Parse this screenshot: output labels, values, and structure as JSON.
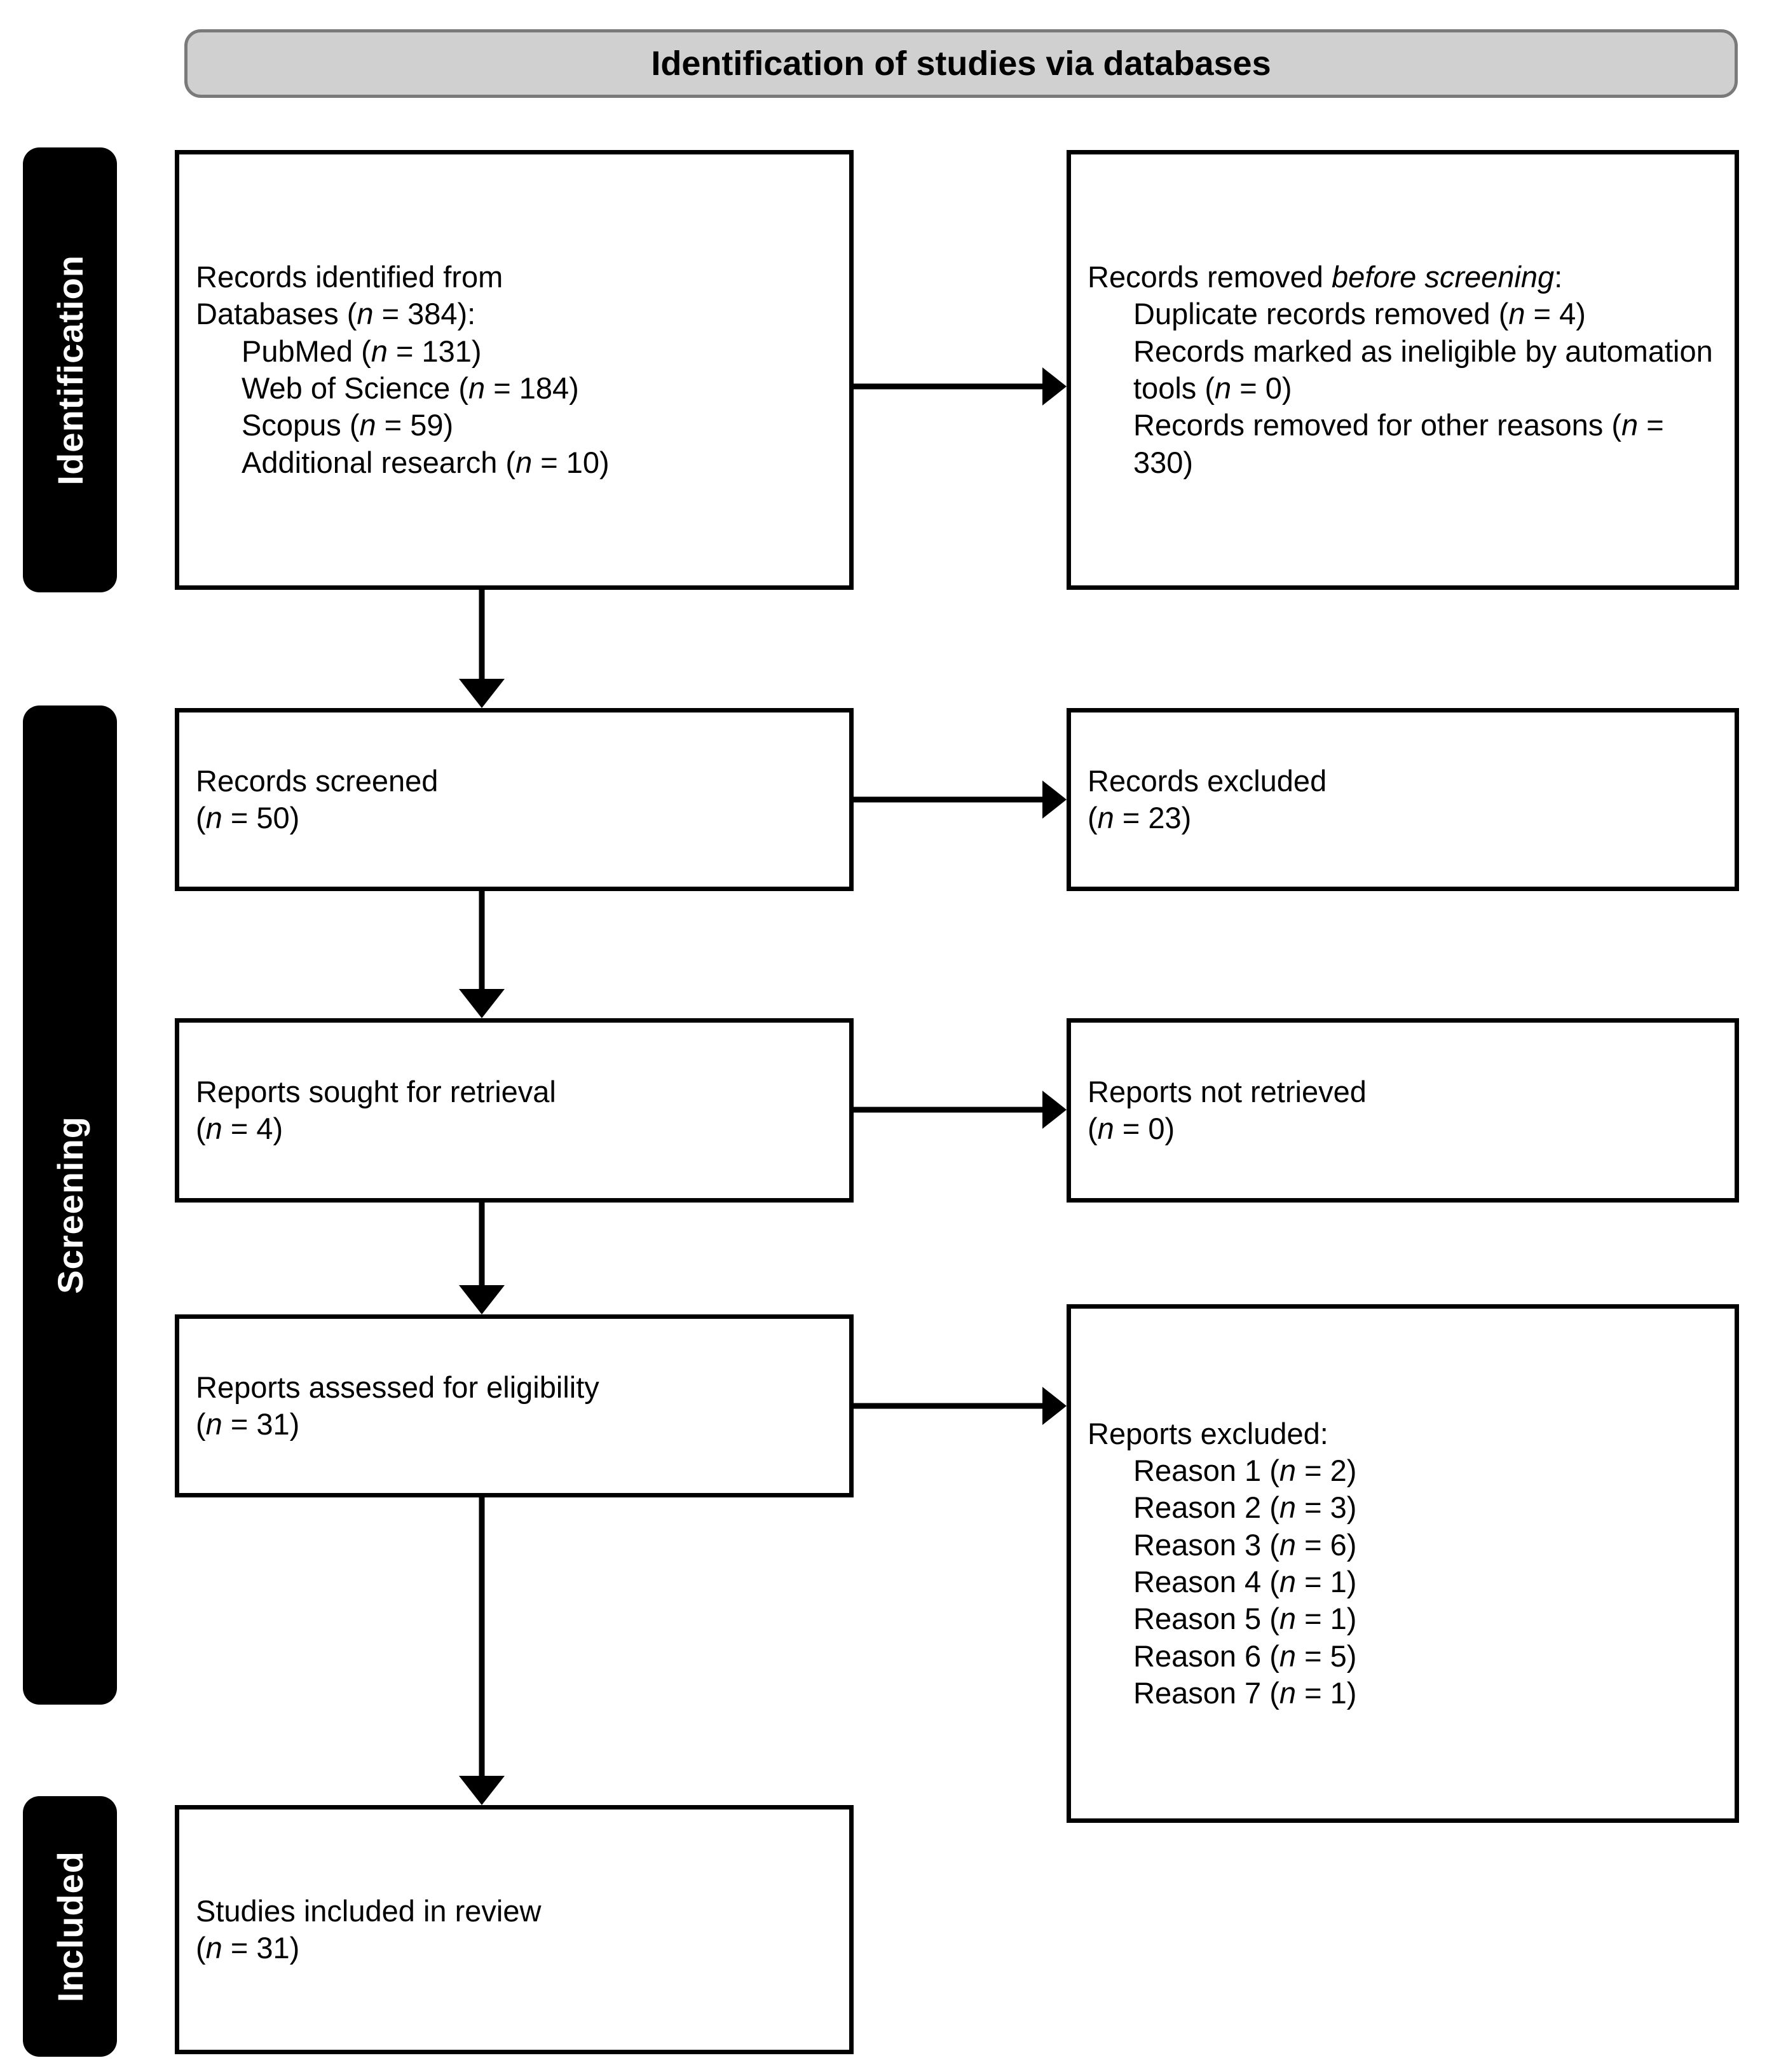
{
  "banner": {
    "title": "Identification of studies via databases"
  },
  "stages": [
    {
      "key": "identification",
      "label": "Identification"
    },
    {
      "key": "screening",
      "label": "Screening"
    },
    {
      "key": "included",
      "label": "Included"
    }
  ],
  "boxes": {
    "identified": {
      "line1": "Records identified from",
      "line2_pre": "Databases (",
      "line2_n": "n",
      "line2_post": " = 384):",
      "items": [
        {
          "pre": "PubMed (",
          "n": "n",
          "post": " = 131)"
        },
        {
          "pre": "Web of Science (",
          "n": "n",
          "post": " = 184)"
        },
        {
          "pre": "Scopus (",
          "n": "n",
          "post": " = 59)"
        },
        {
          "pre": "Additional research (",
          "n": "n",
          "post": " = 10)"
        }
      ]
    },
    "removed": {
      "head_pre": "Records removed ",
      "head_em": "before screening",
      "head_post": ":",
      "items": [
        {
          "pre": "Duplicate records removed (",
          "n": "n",
          "post": " = 4)"
        },
        {
          "pre": "Records marked as ineligible by automation tools (",
          "n": "n",
          "post": " = 0)"
        },
        {
          "pre": "Records removed for other reasons (",
          "n": "n",
          "post": " = 330)"
        }
      ]
    },
    "screened": {
      "line1": "Records screened",
      "count_pre": "(",
      "count_n": "n",
      "count_post": " = 50)"
    },
    "excluded_records": {
      "line1": "Records excluded",
      "count_pre": "(",
      "count_n": "n",
      "count_post": " = 23)"
    },
    "sought": {
      "line1": "Reports sought for retrieval",
      "count_pre": "(",
      "count_n": "n",
      "count_post": " = 4)"
    },
    "not_retrieved": {
      "line1": "Reports not retrieved",
      "count_pre": "(",
      "count_n": "n",
      "count_post": " = 0)"
    },
    "assessed": {
      "line1": "Reports assessed for eligibility",
      "count_pre": "(",
      "count_n": "n",
      "count_post": " = 31)"
    },
    "reports_excluded": {
      "line1": "Reports excluded:",
      "items": [
        {
          "pre": "Reason 1 (",
          "n": "n",
          "post": " = 2)"
        },
        {
          "pre": "Reason 2 (",
          "n": "n",
          "post": " = 3)"
        },
        {
          "pre": "Reason 3 (",
          "n": "n",
          "post": " = 6)"
        },
        {
          "pre": "Reason 4 (",
          "n": "n",
          "post": " = 1)"
        },
        {
          "pre": "Reason 5 (",
          "n": "n",
          "post": " = 1)"
        },
        {
          "pre": "Reason 6 (",
          "n": "n",
          "post": " = 5)"
        },
        {
          "pre": "Reason 7 (",
          "n": "n",
          "post": " = 1)"
        }
      ]
    },
    "included": {
      "line1": "Studies included in review",
      "count_pre": "(",
      "count_n": "n",
      "count_post": " = 31)"
    }
  },
  "colors": {
    "banner_fill": "#d0d0d0",
    "banner_border": "#7a7a7a",
    "stage_bar": "#000000",
    "box_border": "#000000",
    "text": "#000000"
  },
  "flow": {
    "arrows": [
      {
        "name": "identified-to-removed",
        "type": "horizontal"
      },
      {
        "name": "identified-to-screened",
        "type": "vertical"
      },
      {
        "name": "screened-to-excluded",
        "type": "horizontal"
      },
      {
        "name": "screened-to-sought",
        "type": "vertical"
      },
      {
        "name": "sought-to-not-retrieved",
        "type": "horizontal"
      },
      {
        "name": "sought-to-assessed",
        "type": "vertical"
      },
      {
        "name": "assessed-to-reports-excluded",
        "type": "horizontal"
      },
      {
        "name": "assessed-to-included",
        "type": "vertical"
      }
    ]
  }
}
